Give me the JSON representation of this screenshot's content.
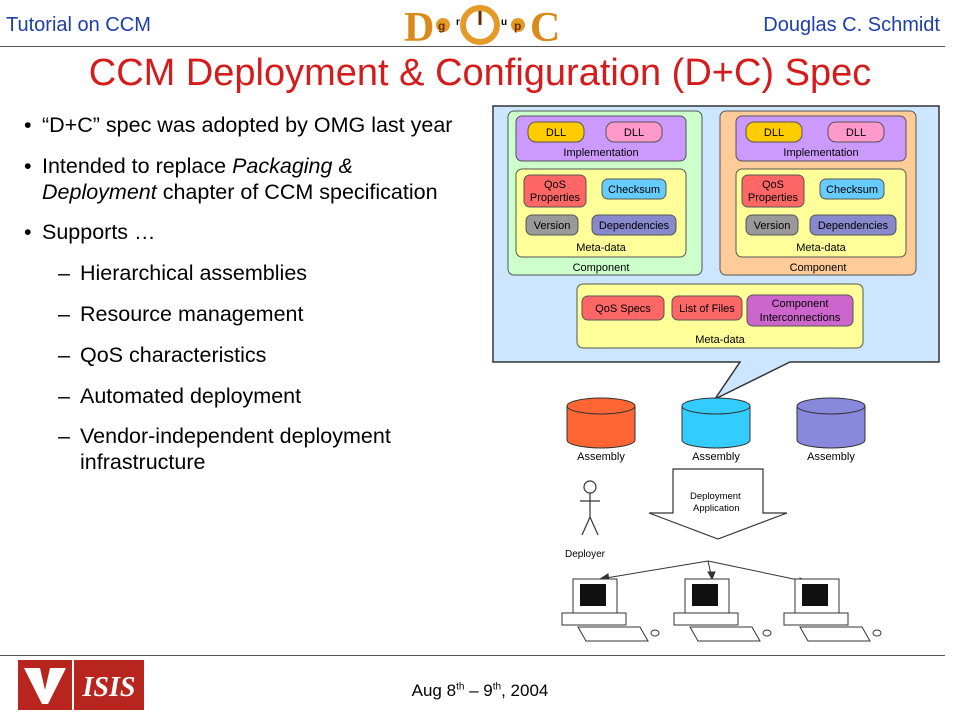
{
  "header": {
    "left": "Tutorial on CCM",
    "right": "Douglas C. Schmidt",
    "logo_text": "DOC group"
  },
  "title": "CCM Deployment & Configuration (D+C) Spec",
  "bullets": [
    {
      "level": 1,
      "text": "“D+C” spec was adopted by OMG last year"
    },
    {
      "level": 1,
      "parts": [
        "Intended to replace ",
        "Packaging & Deployment",
        " chapter of CCM specification"
      ]
    },
    {
      "level": 1,
      "text": "Supports …"
    },
    {
      "level": 2,
      "text": "Hierarchical assemblies"
    },
    {
      "level": 2,
      "text": "Resource management"
    },
    {
      "level": 2,
      "text": "QoS characteristics"
    },
    {
      "level": 2,
      "text": "Automated deployment"
    },
    {
      "level": 2,
      "text": "Vendor-independent deployment infrastructure"
    }
  ],
  "diagram": {
    "components": [
      {
        "label": "Component",
        "implementation": {
          "label": "Implementation",
          "dlls": [
            "DLL",
            "DLL"
          ]
        },
        "metadata": {
          "label": "Meta-data",
          "items": [
            "QoS Properties",
            "Checksum",
            "Version",
            "Dependencies"
          ]
        },
        "color": "#ccffcc"
      },
      {
        "label": "Component",
        "implementation": {
          "label": "Implementation",
          "dlls": [
            "DLL",
            "DLL"
          ]
        },
        "metadata": {
          "label": "Meta-data",
          "items": [
            "QoS Properties",
            "Checksum",
            "Version",
            "Dependencies"
          ]
        },
        "color": "#ffcc99"
      }
    ],
    "assembly_metadata": {
      "label": "Meta-data",
      "items": [
        "QoS Specs",
        "List of Files",
        "Component Interconnections"
      ]
    },
    "assemblies": [
      {
        "label": "Assembly",
        "color": "#ff6633"
      },
      {
        "label": "Assembly",
        "color": "#33ccff"
      },
      {
        "label": "Assembly",
        "color": "#8888dd"
      }
    ],
    "deployer_label": "Deployer",
    "deployment_app_label": [
      "Deployment",
      "Application"
    ]
  },
  "footer": {
    "date_parts": [
      "Aug 8",
      "th",
      " – 9",
      "th",
      ", 2004"
    ],
    "logo_text": "ISIS"
  },
  "colors": {
    "header_text": "#1f3fa8",
    "title": "#d41c1c",
    "diagram_bg": "#cce6ff",
    "dll": "#ffcc00",
    "implementation": "#cc99ff",
    "metadata": "#ffff99",
    "qos": "#ff6666",
    "checksum": "#66ccff",
    "version": "#999999",
    "dependencies": "#8888cc",
    "interconnections": "#cc66cc"
  }
}
